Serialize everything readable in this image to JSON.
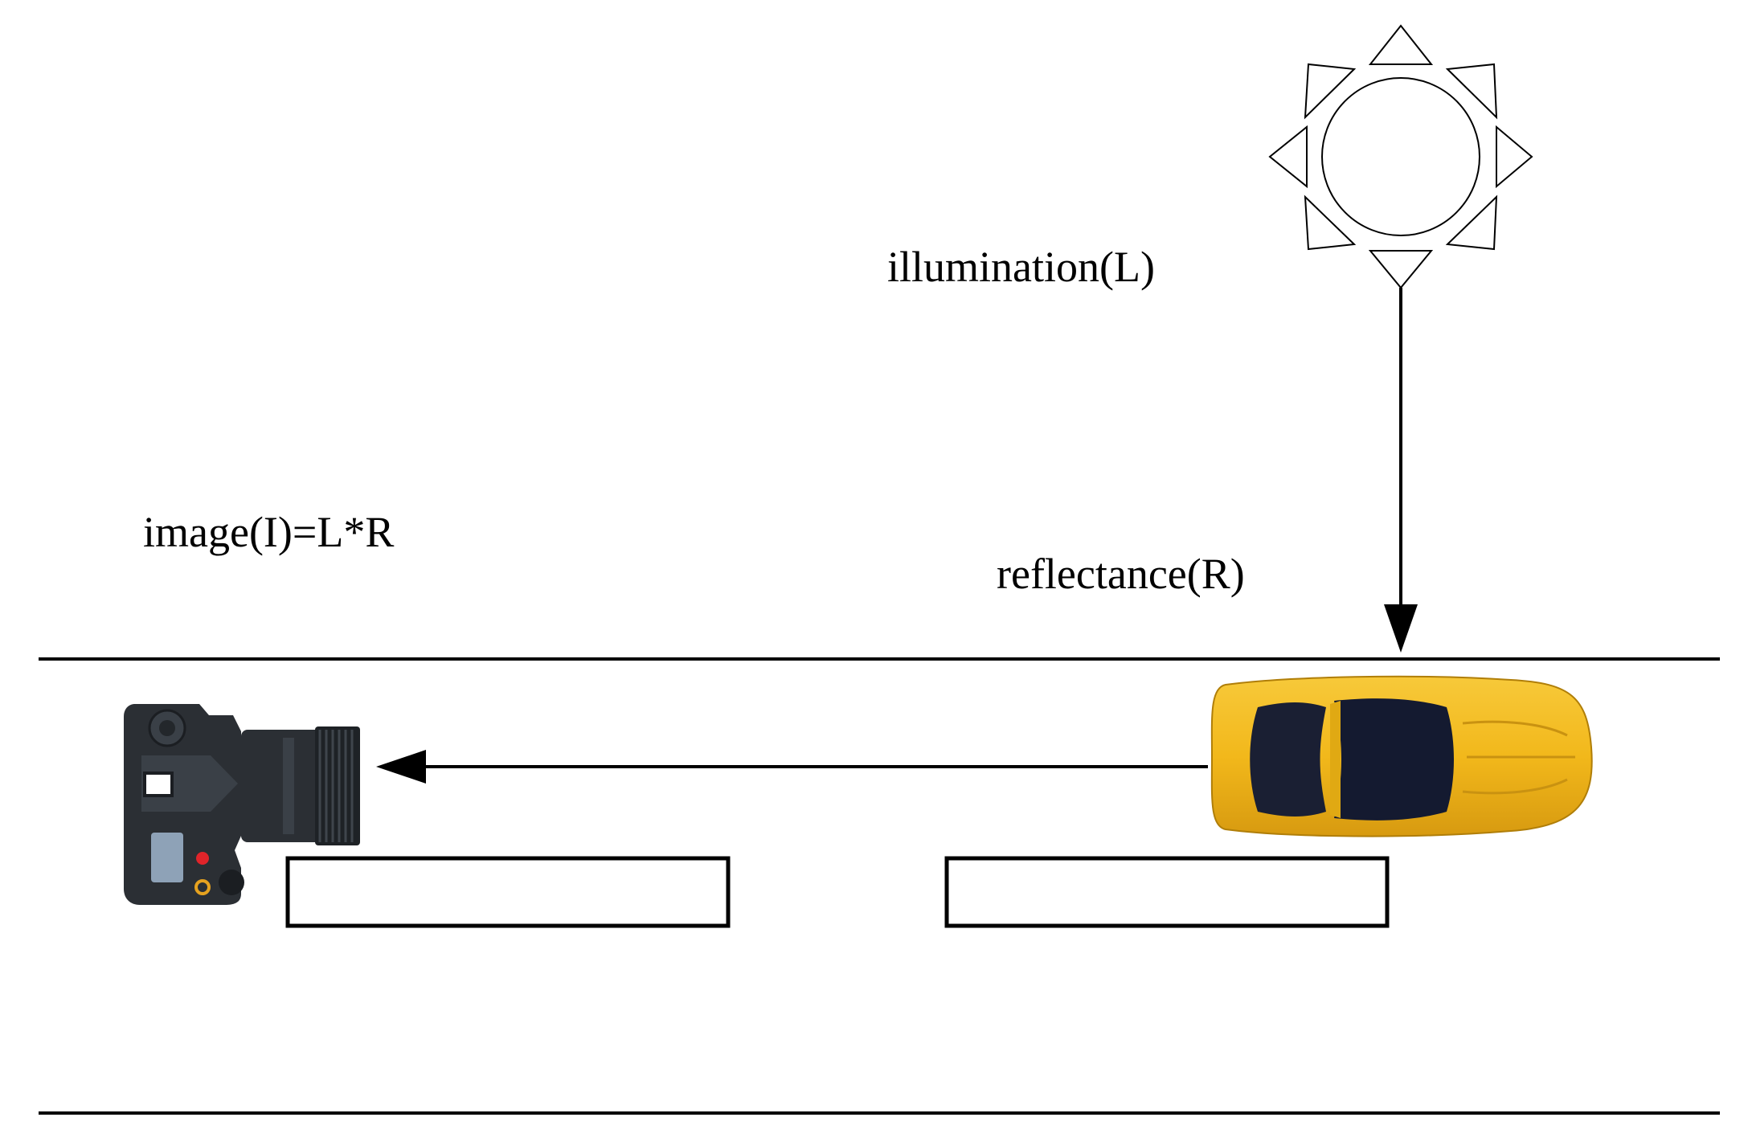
{
  "labels": {
    "illumination": "illumination(L)",
    "image_equation": "image(I)=L*R",
    "reflectance": "reflectance(R)"
  },
  "icons": {
    "sun": "sun-icon",
    "camera": "camera-icon",
    "car": "car-icon"
  },
  "colors": {
    "line": "#000000",
    "car_body": "#f2b81b",
    "car_glass": "#1a1f33",
    "camera_body": "#2b2f34",
    "camera_screen": "#8ea2b7",
    "camera_red_button": "#e0242a",
    "camera_orange_button": "#e6a21f"
  }
}
